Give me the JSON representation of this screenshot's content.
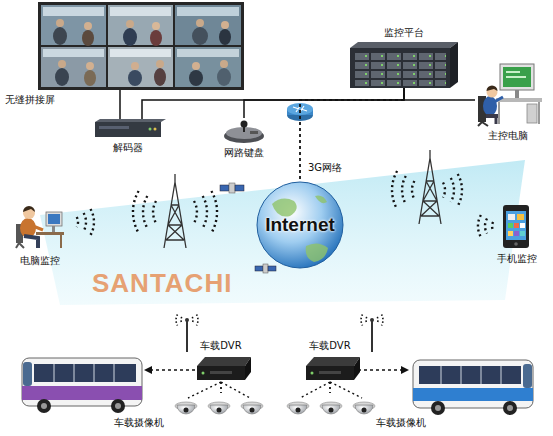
{
  "diagram": {
    "nodes": [
      {
        "text": [
          "无缝拼接屏"
        ]
      },
      {
        "text": [
          "解码器"
        ]
      },
      {
        "text": [
          "网路键盘"
        ]
      },
      {
        "text": [
          "监控平台"
        ]
      },
      {
        "text": [
          "主控电脑"
        ]
      },
      {
        "text": [
          "Internet"
        ]
      },
      {
        "text": [
          "电脑监控"
        ]
      },
      {
        "text": [
          "手机监控"
        ]
      },
      {
        "text": [
          "车载DVR"
        ]
      },
      {
        "text": [
          "车载DVR"
        ]
      },
      {
        "text": [
          "车载摄像机"
        ]
      },
      {
        "text": [
          "车载摄像机"
        ]
      }
    ],
    "edges": [
      {
        "from": 1,
        "to": 0,
        "arrow": "none"
      },
      {
        "from": 1,
        "to": 3,
        "arrow": "none"
      },
      {
        "from": 2,
        "to": 3,
        "arrow": "none"
      },
      {
        "from": 4,
        "to": 3,
        "arrow": "none"
      },
      {
        "from": 3,
        "to": 5,
        "label": "3G网络",
        "arrow": "none"
      },
      {
        "from": 8,
        "to": 10,
        "arrow": "none"
      },
      {
        "from": 9,
        "to": 11,
        "arrow": "none"
      }
    ],
    "labels": [
      "SANTACHI"
    ]
  }
}
